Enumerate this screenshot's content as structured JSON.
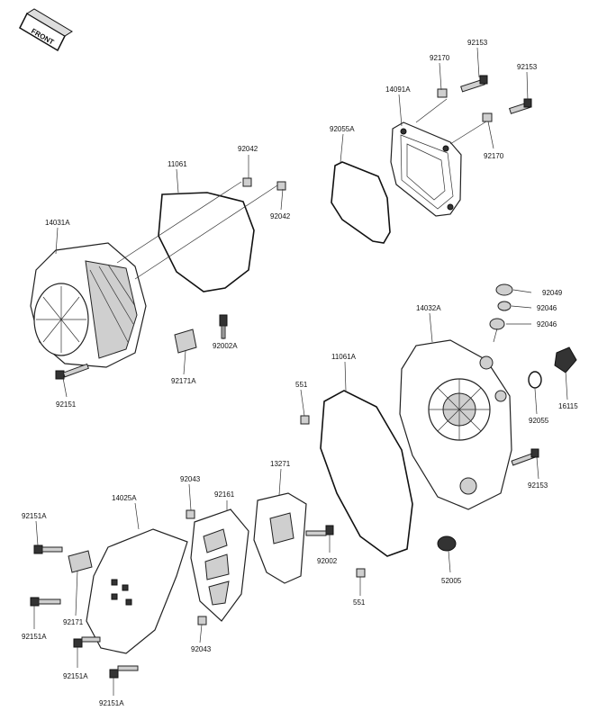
{
  "front_label": "FRONT",
  "labels": {
    "p92153a": "92153",
    "p92170a": "92170",
    "p92153b": "92153",
    "p14091A": "14091A",
    "p92055A": "92055A",
    "p92170b": "92170",
    "p92042a": "92042",
    "p11061": "11061",
    "p92042b": "92042",
    "p14031A": "14031A",
    "p92002A": "92002A",
    "p92171A": "92171A",
    "p92151": "92151",
    "p92049": "92049",
    "p92046a": "92046",
    "p14032A": "14032A",
    "p92046b": "92046",
    "p11061A": "11061A",
    "p551a": "551",
    "p16115": "16115",
    "p92055": "92055",
    "p92153c": "92153",
    "p13271": "13271",
    "p92043a": "92043",
    "p14025A": "14025A",
    "p92161": "92161",
    "p92151Aa": "92151A",
    "p92002": "92002",
    "p92171": "92171",
    "p92151Ab": "92151A",
    "p92043b": "92043",
    "p551b": "551",
    "p52005": "52005",
    "p92151Ac": "92151A",
    "p92151Ad": "92151A"
  }
}
